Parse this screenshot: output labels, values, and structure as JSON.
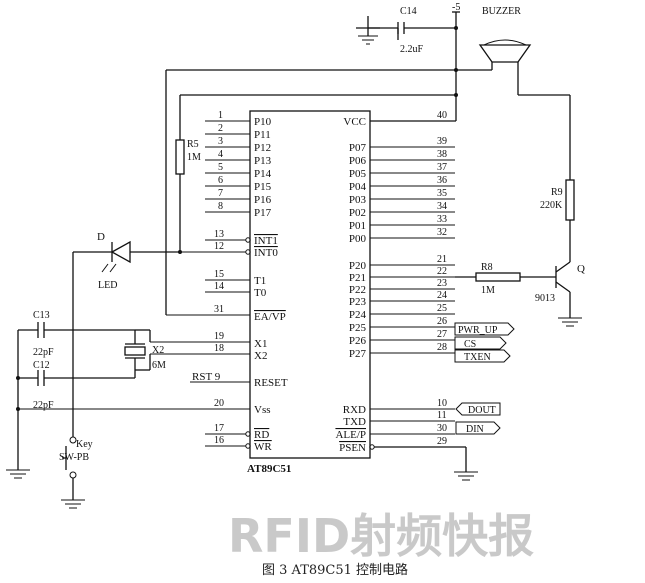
{
  "chip": {
    "name": "AT89C51",
    "label_vcc": "VCC",
    "label_vss": "Vss",
    "label_psen": "PSEN",
    "label_ale": "ALE/P",
    "label_ea": "EA/VP",
    "label_reset": "RESET",
    "label_rst9": "RST 9",
    "label_rd": "RD",
    "label_wr": "WR",
    "label_rxd": "RXD",
    "label_txd": "TXD",
    "label_x1": "X1",
    "label_x2": "X2",
    "label_t1": "T1",
    "label_t0": "T0",
    "label_int1": "INT1",
    "label_int0": "INT0"
  },
  "left_pins": [
    {
      "num": "1",
      "name": "P10"
    },
    {
      "num": "2",
      "name": "P11"
    },
    {
      "num": "3",
      "name": "P12"
    },
    {
      "num": "4",
      "name": "P13"
    },
    {
      "num": "5",
      "name": "P14"
    },
    {
      "num": "6",
      "name": "P15"
    },
    {
      "num": "7",
      "name": "P16"
    },
    {
      "num": "8",
      "name": "P17"
    }
  ],
  "left_pins_b": {
    "int1": "13",
    "int0": "12",
    "t1": "15",
    "t0": "14",
    "ea": "31",
    "x1": "19",
    "x2": "18",
    "vss": "20",
    "rd": "17",
    "wr": "16"
  },
  "right_pins": [
    {
      "num": "40",
      "name": "VCC"
    },
    {
      "num": "39",
      "name": "P07"
    },
    {
      "num": "38",
      "name": "P06"
    },
    {
      "num": "37",
      "name": "P05"
    },
    {
      "num": "36",
      "name": "P04"
    },
    {
      "num": "35",
      "name": "P03"
    },
    {
      "num": "34",
      "name": "P02"
    },
    {
      "num": "33",
      "name": "P01"
    },
    {
      "num": "32",
      "name": "P00"
    },
    {
      "num": "21",
      "name": "P20"
    },
    {
      "num": "22",
      "name": "P21"
    },
    {
      "num": "23",
      "name": "P22"
    },
    {
      "num": "24",
      "name": "P23"
    },
    {
      "num": "25",
      "name": "P24"
    },
    {
      "num": "26",
      "name": "P25"
    },
    {
      "num": "27",
      "name": "P26"
    },
    {
      "num": "28",
      "name": "P27"
    },
    {
      "num": "10",
      "name": "RXD"
    },
    {
      "num": "11",
      "name": "TXD"
    },
    {
      "num": "30",
      "name": "ALE/P"
    },
    {
      "num": "29",
      "name": "PSEN"
    }
  ],
  "components": {
    "c14": "C14",
    "c14_value": "2.2uF",
    "supply": "-5",
    "buzzer": "BUZZER",
    "r5": "R5",
    "r5_value": "1M",
    "r9": "R9",
    "r9_value": "220K",
    "r8": "R8",
    "r8_value": "1M",
    "transistor": "Q",
    "transistor_type": "9013",
    "diode": "D",
    "led": "LED",
    "c13": "C13",
    "c13_value": "22pF",
    "c12": "C12",
    "c12_value": "22pF",
    "crystal": "X2",
    "crystal_value": "6M",
    "key": "Key",
    "switch": "SW-PB"
  },
  "signals": {
    "pwr_up": "PWR_UP",
    "cs": "CS",
    "txen": "TXEN",
    "dout": "DOUT",
    "din": "DIN"
  },
  "watermark": "RFID射频快报",
  "caption": "图 3    AT89C51 控制电路"
}
